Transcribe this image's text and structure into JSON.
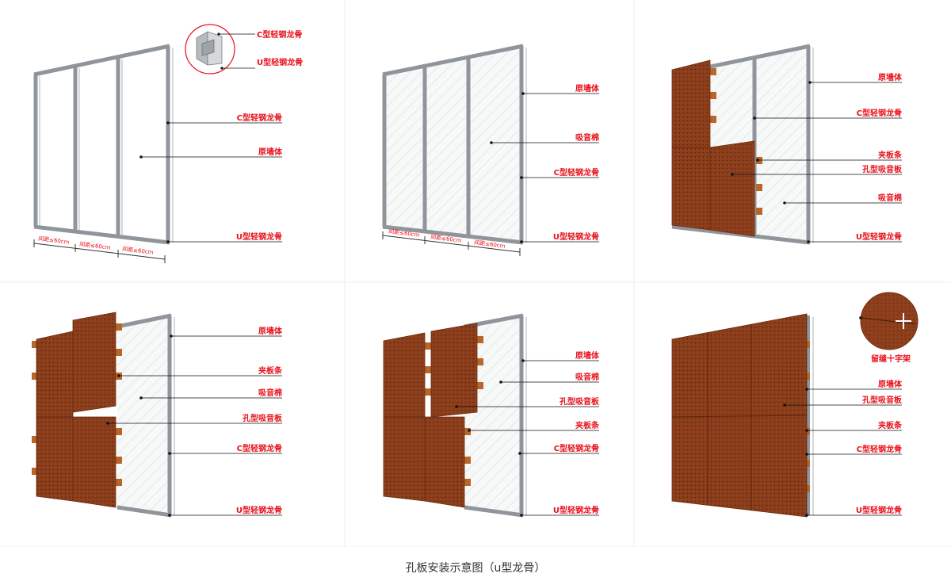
{
  "caption": "孔板安装示意图（u型龙骨）",
  "colors": {
    "label": "#e8101a",
    "leader": "#111111",
    "panel": "#8e3f1c",
    "frame": "#9aa0a5",
    "clip": "#b8662a",
    "divider": "#eeeeee"
  },
  "panels": [
    {
      "labels": [
        "C型轻钢龙骨",
        "原墙体",
        "U型轻钢龙骨"
      ],
      "inset_labels": [
        "C型轻钢龙骨",
        "U型轻钢龙骨"
      ],
      "spacing": [
        "间距≤60cm",
        "间距≤60cm",
        "间距≤60cm"
      ]
    },
    {
      "labels": [
        "原墙体",
        "吸音棉",
        "C型轻钢龙骨",
        "U型轻钢龙骨"
      ],
      "spacing": [
        "间距≤60cm",
        "间距≤60cm",
        "间距≤60cm"
      ]
    },
    {
      "labels": [
        "原墙体",
        "C型轻钢龙骨",
        "夹板条",
        "孔型吸音板",
        "吸音棉",
        "U型轻钢龙骨"
      ]
    },
    {
      "labels": [
        "原墙体",
        "夹板条",
        "吸音棉",
        "孔型吸音板",
        "C型轻钢龙骨",
        "U型轻钢龙骨"
      ]
    },
    {
      "labels": [
        "原墙体",
        "吸音棉",
        "孔型吸音板",
        "夹板条",
        "C型轻钢龙骨",
        "U型轻钢龙骨"
      ]
    },
    {
      "labels": [
        "原墙体",
        "孔型吸音板",
        "夹板条",
        "C型轻钢龙骨",
        "U型轻钢龙骨"
      ],
      "inset_label": "留缝十字架"
    }
  ]
}
